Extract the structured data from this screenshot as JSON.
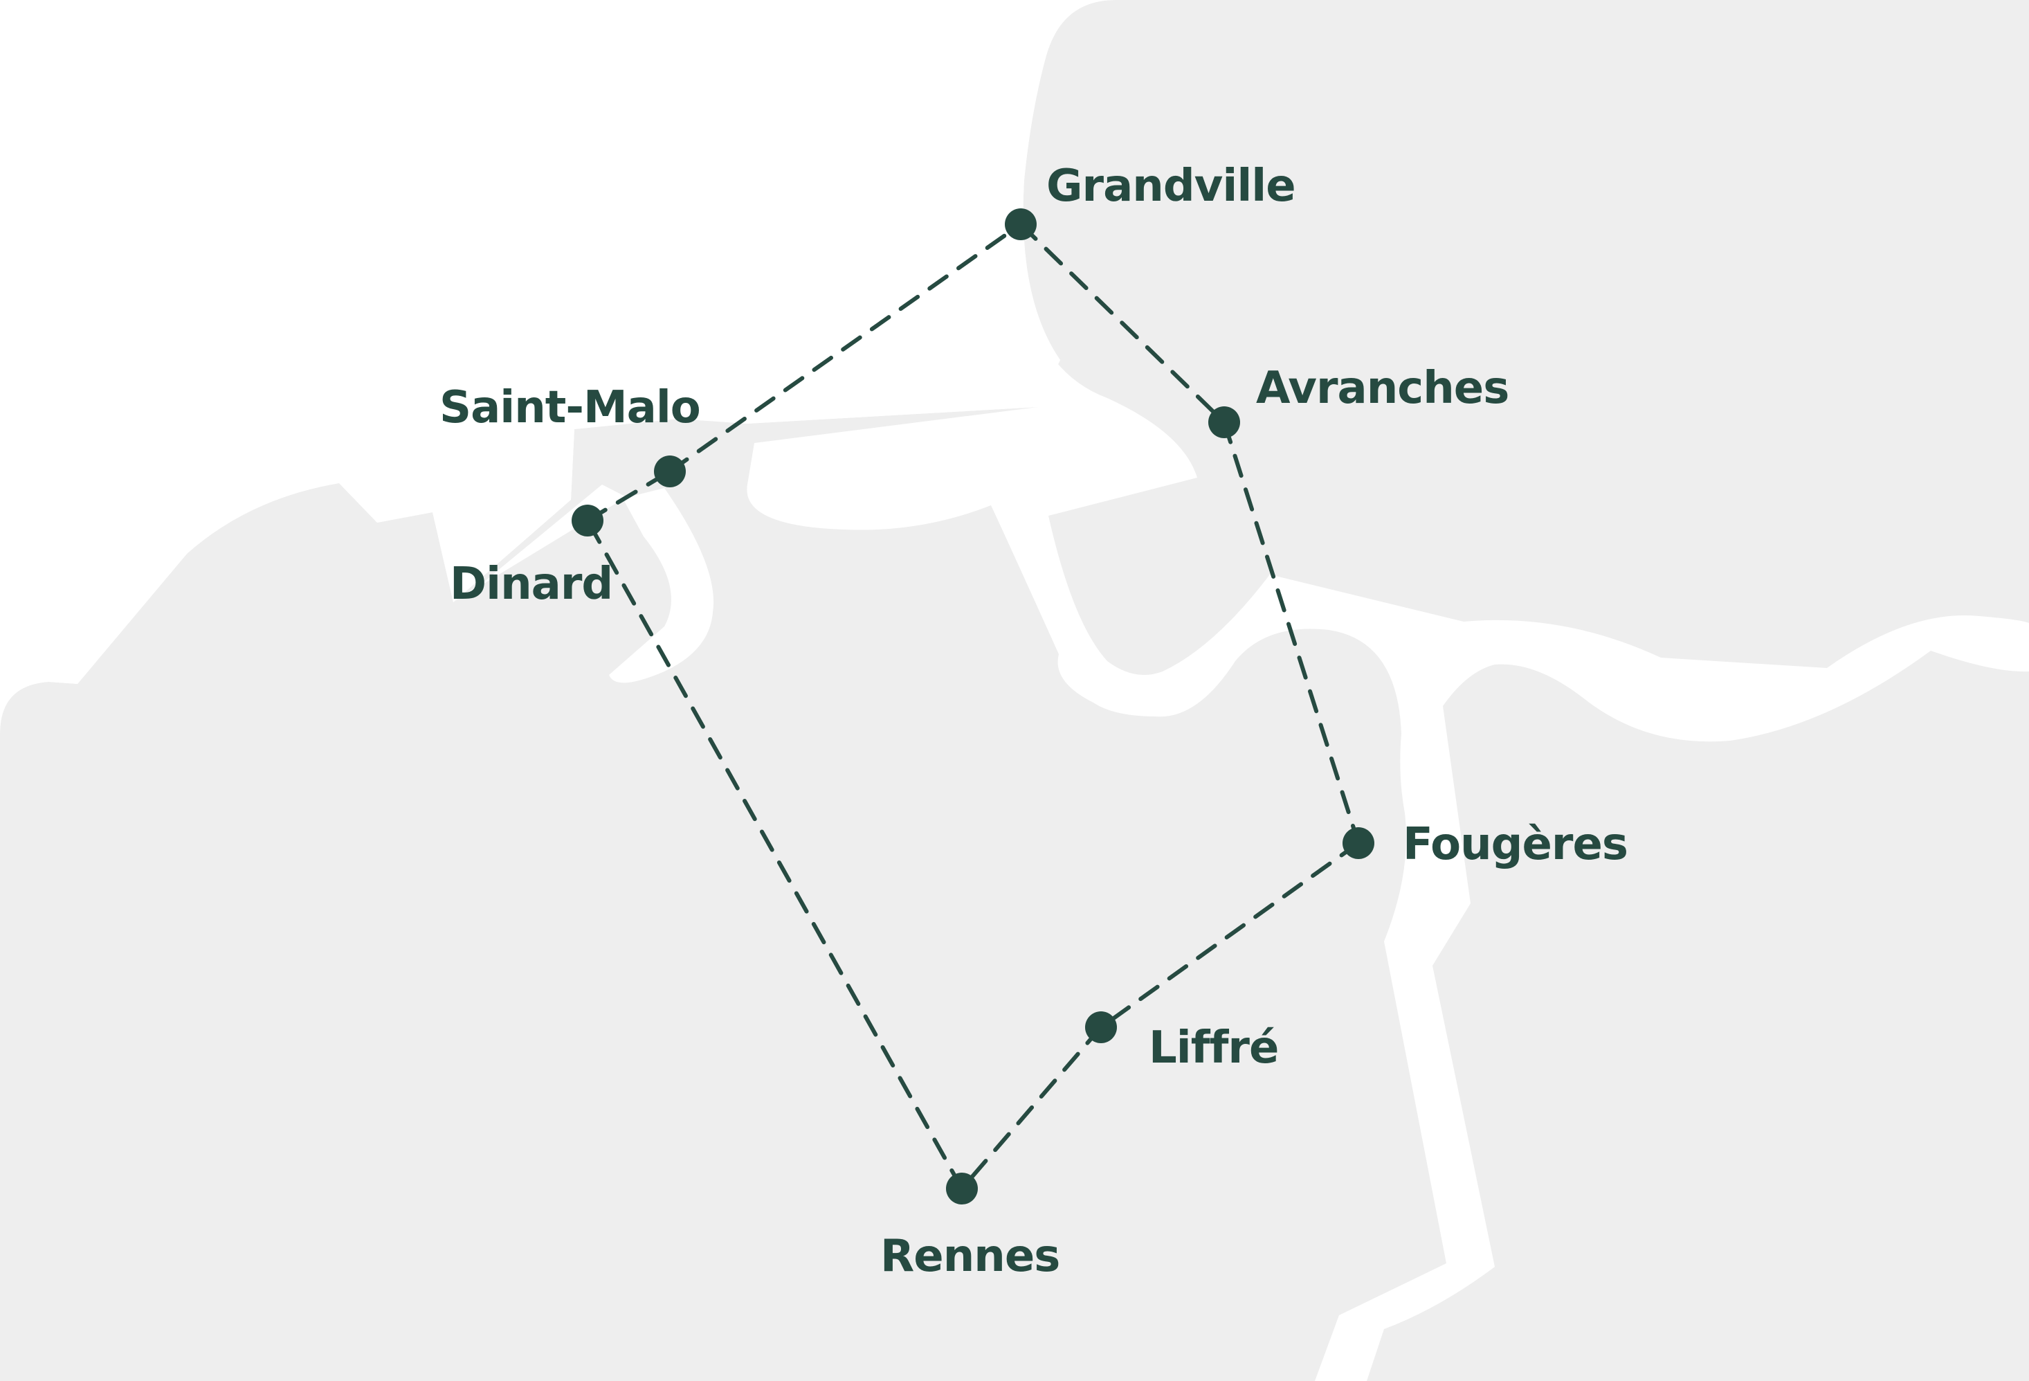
{
  "map": {
    "land_color": "#eeeeee",
    "water_color": "#ffffff",
    "route_color": "#264a41",
    "route_style": "dashed",
    "cities": [
      {
        "id": "grandville",
        "name": "Grandville"
      },
      {
        "id": "avranches",
        "name": "Avranches"
      },
      {
        "id": "saint-malo",
        "name": "Saint-Malo"
      },
      {
        "id": "dinard",
        "name": "Dinard"
      },
      {
        "id": "fougeres",
        "name": "Fougères"
      },
      {
        "id": "liffre",
        "name": "Liffré"
      },
      {
        "id": "rennes",
        "name": "Rennes"
      }
    ],
    "routes": [
      [
        "dinard",
        "saint-malo"
      ],
      [
        "saint-malo",
        "grandville"
      ],
      [
        "grandville",
        "avranches"
      ],
      [
        "avranches",
        "fougeres"
      ],
      [
        "fougeres",
        "liffre"
      ],
      [
        "liffre",
        "rennes"
      ],
      [
        "rennes",
        "dinard"
      ]
    ]
  }
}
